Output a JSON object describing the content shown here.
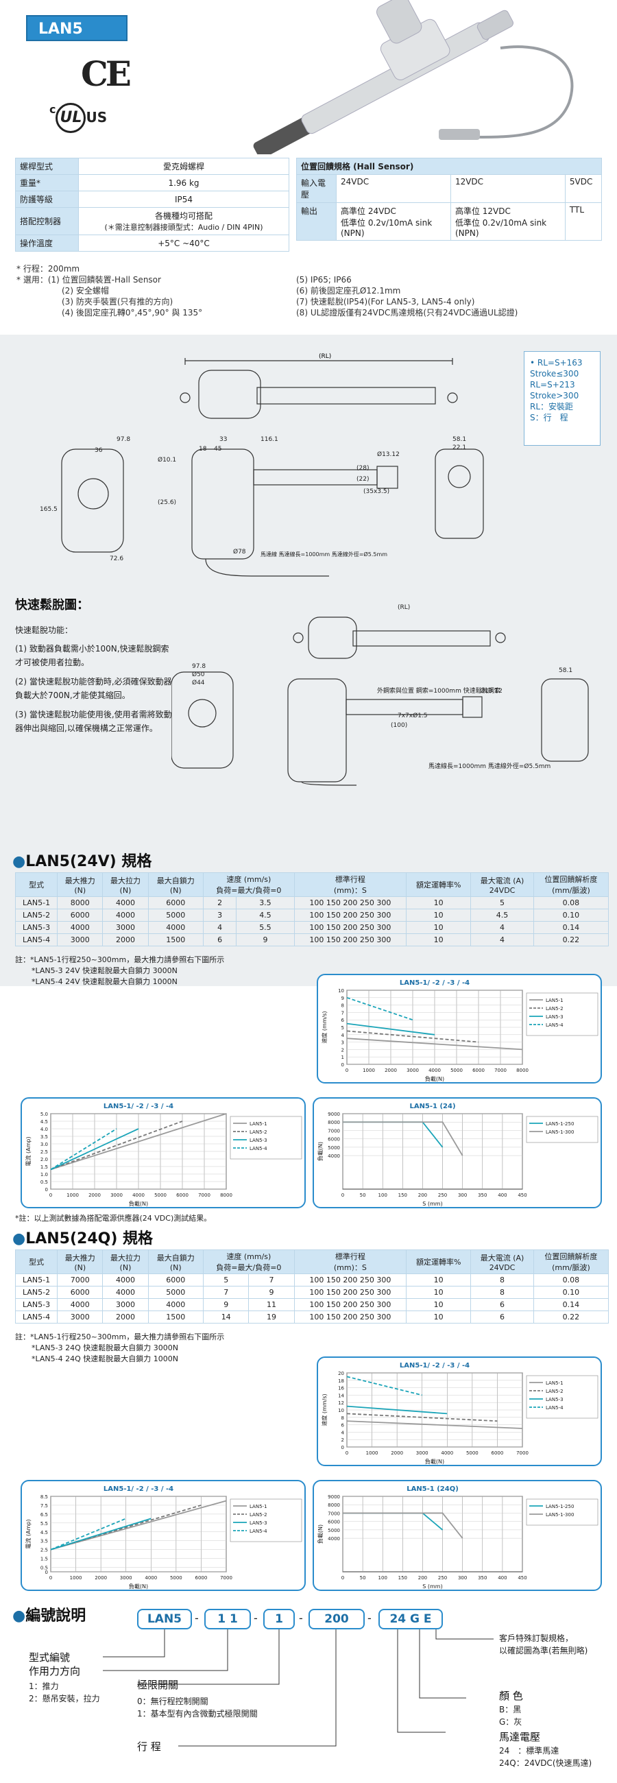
{
  "model": "LAN5",
  "certs": {
    "ce": "CE",
    "ul_mark": "UL",
    "ul_suffix": "US",
    "ul_prefix": "c"
  },
  "spec": [
    {
      "k": "螺桿型式",
      "v": "愛克姆螺桿"
    },
    {
      "k": "重量*",
      "v": "1.96 kg"
    },
    {
      "k": "防護等級",
      "v": "IP54"
    },
    {
      "k": "搭配控制器",
      "v": "各機種均可搭配",
      "v2": "(＊需注意控制器接頭型式：Audio / DIN 4PIN)"
    },
    {
      "k": "操作溫度",
      "v": "+5°C ~40°C"
    }
  ],
  "hall": {
    "title": "位置回饋規格 (Hall Sensor)",
    "voltage_label": "輸入電壓",
    "v1": "24VDC",
    "v2": "12VDC",
    "v3": "5VDC",
    "output_label": "輸出",
    "o1": "高準位 24VDC\n低準位 0.2v/10mA sink\n(NPN)",
    "o2": "高準位 12VDC\n低準位 0.2v/10mA sink\n(NPN)",
    "o3": "TTL"
  },
  "notes": {
    "stroke": "* 行程：200mm",
    "option_lead": "* 選用：(1) 位置回饋裝置-Hall Sensor",
    "left": [
      "(2) 安全螺帽",
      "(3) 防夾手裝置(只有推的方向)",
      "(4) 後固定座孔轉0°,45°,90° 與 135°"
    ],
    "right": [
      "(5) IP65; IP66",
      "(6) 前後固定座孔Ø12.1mm",
      "(7) 快速鬆脫(IP54)(For LAN5-3, LAN5-4 only)",
      "(8) UL認證版僅有24VDC馬達規格(只有24VDC通過UL認證)"
    ]
  },
  "drawing": {
    "rl": "(RL)",
    "dims": {
      "d978": "97.8",
      "d36": "36",
      "d33": "33",
      "d1161": "116.1",
      "d18": "18",
      "d45": "45",
      "d58": "58",
      "d1655": "165.5",
      "d726": "72.6",
      "d1012": "Ø10.1",
      "d1312": "Ø13.12",
      "d581": "58.1",
      "d221": "22.1",
      "d78": "Ø78",
      "d256": "(25.6)",
      "d35": "35",
      "d28": "(28)",
      "d22": "(22)",
      "d35x35": "(35x3.5)"
    },
    "cable1": "馬達線\n馬達線長=1000mm\n馬達線外徑=Ø5.5mm",
    "note_box": [
      "• RL=S+163",
      "  Stroke≤300",
      "  RL=S+213",
      "  Stroke>300",
      "  RL：安裝距",
      "  S：行　程"
    ],
    "quick_title": "快速鬆脫圖：",
    "quick_sub": "快速鬆脫功能：",
    "quick_items": [
      "(1) 致動器負載需小於100N,快速鬆脫鋼索才可被使用者拉動。",
      "(2) 當快速鬆脫功能啓動時,必須確保致動器負載大於700N,才能使其縮回。",
      "(3) 當快速鬆脫功能使用後,使用者需將致動器伸出與縮回,以確保機構之正常運作。"
    ],
    "quick_dims": {
      "d50": "Ø50",
      "d44": "Ø44",
      "d100": "(100)",
      "d7x7": "7x7xØ1.5"
    },
    "cable2": "外鋼索與位置\n鋼索=1000mm 快速鬆脫鋼索",
    "cable3": "馬達線長=1000mm\n馬達線外徑=Ø5.5mm"
  },
  "table24v": {
    "title": "LAN5(24V) 規格",
    "headers": [
      "型式",
      "最大推力\n(N)",
      "最大拉力\n(N)",
      "最大自鎖力\n(N)",
      "速度 (mm/s)\n負荷=最大/負荷=0",
      "標準行程\n(mm)：S",
      "額定運轉率%",
      "最大電流 (A)\n24VDC",
      "位置回饋解析度\n(mm/脈波)"
    ],
    "rows": [
      [
        "LAN5-1",
        "8000",
        "4000",
        "6000",
        "2",
        "3.5",
        "100  150  200  250  300",
        "10",
        "5",
        "0.08"
      ],
      [
        "LAN5-2",
        "6000",
        "4000",
        "5000",
        "3",
        "4.5",
        "100  150  200  250  300",
        "10",
        "4.5",
        "0.10"
      ],
      [
        "LAN5-3",
        "4000",
        "3000",
        "4000",
        "4",
        "5.5",
        "100  150  200  250  300",
        "10",
        "4",
        "0.14"
      ],
      [
        "LAN5-4",
        "3000",
        "2000",
        "1500",
        "6",
        "9",
        "100  150  200  250  300",
        "10",
        "4",
        "0.22"
      ]
    ],
    "notes": [
      "註：*LAN5-1行程250~300mm，最大推力請參照右下圖所示",
      "*LAN5-3 24V 快速鬆脫最大自鎖力 3000N",
      "*LAN5-4 24V 快速鬆脫最大自鎖力 1000N"
    ],
    "footnote": "*註：以上測試數據為搭配電源供應器(24 VDC)測試結果。"
  },
  "table24q": {
    "title": "LAN5(24Q) 規格",
    "rows": [
      [
        "LAN5-1",
        "7000",
        "4000",
        "6000",
        "5",
        "7",
        "100  150  200  250  300",
        "10",
        "8",
        "0.08"
      ],
      [
        "LAN5-2",
        "6000",
        "4000",
        "5000",
        "7",
        "9",
        "100  150  200  250  300",
        "10",
        "8",
        "0.10"
      ],
      [
        "LAN5-3",
        "4000",
        "3000",
        "4000",
        "9",
        "11",
        "100  150  200  250  300",
        "10",
        "6",
        "0.14"
      ],
      [
        "LAN5-4",
        "3000",
        "2000",
        "1500",
        "14",
        "19",
        "100  150  200  250  300",
        "10",
        "6",
        "0.22"
      ]
    ],
    "notes": [
      "註：*LAN5-1行程250~300mm，最大推力請參照右下圖所示",
      "*LAN5-3 24Q 快速鬆脫最大自鎖力 3000N",
      "*LAN5-4 24Q 快速鬆脫最大自鎖力 1000N"
    ]
  },
  "chart_data": [
    {
      "type": "line",
      "title": "LAN5-1/ -2 / -3 / -4",
      "xlabel": "負載(N)",
      "ylabel": "速度 (mm/s)",
      "xlim": [
        0,
        8000
      ],
      "ylim": [
        0,
        10
      ],
      "xticks": [
        "0",
        "1000",
        "2000",
        "3000",
        "4000",
        "5000",
        "6000",
        "7000",
        "8000"
      ],
      "yticks": [
        "0",
        "1",
        "2",
        "3",
        "4",
        "5",
        "6",
        "7",
        "8",
        "9",
        "10"
      ],
      "series": [
        {
          "name": "LAN5-1",
          "color": "#9a9a9a",
          "dash": false,
          "x": [
            0,
            8000
          ],
          "y": [
            3.5,
            2
          ]
        },
        {
          "name": "LAN5-2",
          "color": "#777777",
          "dash": true,
          "x": [
            0,
            6000
          ],
          "y": [
            4.5,
            3
          ]
        },
        {
          "name": "LAN5-3",
          "color": "#1aa4b8",
          "dash": false,
          "x": [
            0,
            4000
          ],
          "y": [
            5.5,
            4
          ]
        },
        {
          "name": "LAN5-4",
          "color": "#1aa4b8",
          "dash": true,
          "x": [
            0,
            3000
          ],
          "y": [
            9,
            6
          ]
        }
      ]
    },
    {
      "type": "line",
      "title": "LAN5-1/ -2 / -3 / -4",
      "xlabel": "負載(N)",
      "ylabel": "電流 (Amp)",
      "xlim": [
        0,
        8000
      ],
      "ylim": [
        0,
        5
      ],
      "xticks": [
        "0",
        "1000",
        "2000",
        "3000",
        "4000",
        "5000",
        "6000",
        "7000",
        "8000"
      ],
      "yticks": [
        "0",
        "0.5",
        "1.0",
        "1.5",
        "2.0",
        "2.5",
        "3.0",
        "3.5",
        "4.0",
        "4.5",
        "5.0"
      ],
      "series": [
        {
          "name": "LAN5-1",
          "color": "#9a9a9a",
          "dash": false,
          "x": [
            0,
            8000
          ],
          "y": [
            1.3,
            5
          ]
        },
        {
          "name": "LAN5-2",
          "color": "#777777",
          "dash": true,
          "x": [
            0,
            6000
          ],
          "y": [
            1.3,
            4.5
          ]
        },
        {
          "name": "LAN5-3",
          "color": "#1aa4b8",
          "dash": false,
          "x": [
            0,
            4000
          ],
          "y": [
            1.3,
            4
          ]
        },
        {
          "name": "LAN5-4",
          "color": "#1aa4b8",
          "dash": true,
          "x": [
            0,
            3000
          ],
          "y": [
            1.3,
            4
          ]
        }
      ]
    },
    {
      "type": "line",
      "title": "LAN5-1 (24)",
      "xlabel": "S (mm)",
      "ylabel": "負載(N)",
      "xlim": [
        0,
        450
      ],
      "ylim": [
        0,
        9000
      ],
      "xticks": [
        "0",
        "50",
        "100",
        "150",
        "200",
        "250",
        "300",
        "350",
        "400",
        "450"
      ],
      "yticks": [
        "4000",
        "5000",
        "6000",
        "7000",
        "8000",
        "9000"
      ],
      "series": [
        {
          "name": "LAN5-1-250",
          "color": "#1aa4b8",
          "dash": false,
          "x": [
            0,
            200,
            250
          ],
          "y": [
            8000,
            8000,
            5000
          ]
        },
        {
          "name": "LAN5-1-300",
          "color": "#9a9a9a",
          "dash": false,
          "x": [
            0,
            250,
            300
          ],
          "y": [
            8000,
            8000,
            4000
          ]
        }
      ]
    },
    {
      "type": "line",
      "title": "LAN5-1/ -2 / -3 / -4",
      "xlabel": "負載(N)",
      "ylabel": "速度 (mm/s)",
      "xlim": [
        0,
        7000
      ],
      "ylim": [
        0,
        20
      ],
      "xticks": [
        "0",
        "1000",
        "2000",
        "3000",
        "4000",
        "5000",
        "6000",
        "7000"
      ],
      "yticks": [
        "0",
        "2",
        "4",
        "6",
        "8",
        "10",
        "12",
        "14",
        "16",
        "18",
        "20"
      ],
      "series": [
        {
          "name": "LAN5-1",
          "color": "#9a9a9a",
          "dash": false,
          "x": [
            0,
            7000
          ],
          "y": [
            7,
            5
          ]
        },
        {
          "name": "LAN5-2",
          "color": "#777777",
          "dash": true,
          "x": [
            0,
            6000
          ],
          "y": [
            9,
            7
          ]
        },
        {
          "name": "LAN5-3",
          "color": "#1aa4b8",
          "dash": false,
          "x": [
            0,
            4000
          ],
          "y": [
            11,
            9
          ]
        },
        {
          "name": "LAN5-4",
          "color": "#1aa4b8",
          "dash": true,
          "x": [
            0,
            3000
          ],
          "y": [
            19,
            14
          ]
        }
      ]
    },
    {
      "type": "line",
      "title": "LAN5-1/ -2 / -3 / -4",
      "xlabel": "負載(N)",
      "ylabel": "電流 (Amp)",
      "xlim": [
        0,
        7000
      ],
      "ylim": [
        0,
        8.5
      ],
      "xticks": [
        "0",
        "1000",
        "2000",
        "3000",
        "4000",
        "5000",
        "6000",
        "7000"
      ],
      "yticks": [
        "0",
        "0.5",
        "1.5",
        "2.5",
        "3.5",
        "4.5",
        "5.5",
        "6.5",
        "7.5",
        "8.5"
      ],
      "series": [
        {
          "name": "LAN5-1",
          "color": "#9a9a9a",
          "dash": false,
          "x": [
            0,
            7000
          ],
          "y": [
            2.5,
            8
          ]
        },
        {
          "name": "LAN5-2",
          "color": "#777777",
          "dash": true,
          "x": [
            0,
            6000
          ],
          "y": [
            2.5,
            7.5
          ]
        },
        {
          "name": "LAN5-3",
          "color": "#1aa4b8",
          "dash": false,
          "x": [
            0,
            4000
          ],
          "y": [
            2.5,
            6
          ]
        },
        {
          "name": "LAN5-4",
          "color": "#1aa4b8",
          "dash": true,
          "x": [
            0,
            3000
          ],
          "y": [
            2.5,
            6
          ]
        }
      ]
    },
    {
      "type": "line",
      "title": "LAN5-1 (24Q)",
      "xlabel": "S (mm)",
      "ylabel": "負載(N)",
      "xlim": [
        0,
        450
      ],
      "ylim": [
        0,
        9000
      ],
      "xticks": [
        "0",
        "50",
        "100",
        "150",
        "200",
        "250",
        "300",
        "350",
        "400",
        "450"
      ],
      "yticks": [
        "4000",
        "5000",
        "6000",
        "7000",
        "8000",
        "9000"
      ],
      "series": [
        {
          "name": "LAN5-1-250",
          "color": "#1aa4b8",
          "dash": false,
          "x": [
            0,
            200,
            250
          ],
          "y": [
            7000,
            7000,
            5000
          ]
        },
        {
          "name": "LAN5-1-300",
          "color": "#9a9a9a",
          "dash": false,
          "x": [
            0,
            250,
            300
          ],
          "y": [
            7000,
            7000,
            4000
          ]
        }
      ]
    }
  ],
  "coding": {
    "title": "編號說明",
    "boxes": [
      "LAN5",
      "1 1",
      "1",
      "200",
      "24 G E"
    ],
    "dash": "-",
    "type_label": "型式編號",
    "force_label": "作用力方向",
    "force_opts": [
      "1：推力",
      "2：懸吊安裝，拉力"
    ],
    "limit_label": "極限開關",
    "limit_opts": [
      "0：無行程控制開關",
      "1：基本型有內含微動式極限開關"
    ],
    "stroke_label": "行 程",
    "custom_label": "客戶特殊訂製規格，",
    "custom_sub": "以確認圖為準(若無則略)",
    "color_label": "顏 色",
    "color_opts": [
      "B：黑",
      "G：灰"
    ],
    "volt_label": "馬達電壓",
    "volt_opts": [
      "24　：標準馬達",
      "24Q：24VDC(快速馬達)"
    ]
  }
}
